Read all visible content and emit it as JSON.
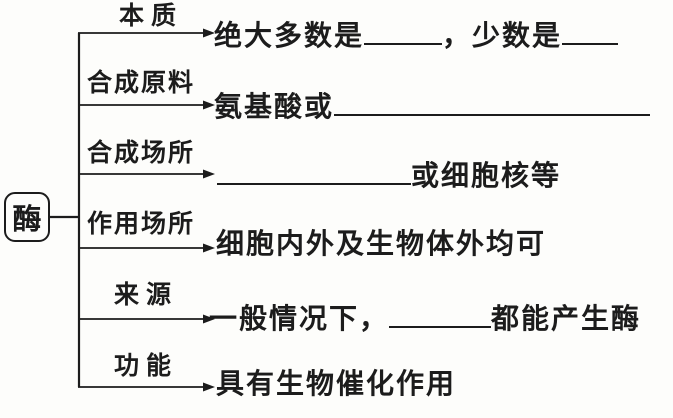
{
  "root": {
    "label": "酶"
  },
  "branches": [
    {
      "label": "本质",
      "content": {
        "before_blank1": "绝大多数是",
        "between_blanks": "，少数是"
      }
    },
    {
      "label": "合成原料",
      "content": {
        "before_blank": "氨基酸或"
      }
    },
    {
      "label": "合成场所",
      "content": {
        "after_blank": "或细胞核等"
      }
    },
    {
      "label": "作用场所",
      "content": {
        "text": "细胞内外及生物体外均可"
      }
    },
    {
      "label": "来源",
      "content": {
        "before_blank": "一般情况下，",
        "after_blank": "都能产生酶"
      }
    },
    {
      "label": "功能",
      "content": {
        "text": "具有生物催化作用"
      }
    }
  ],
  "colors": {
    "ink": "#1c1c1c",
    "background": "#fdfdfb"
  }
}
